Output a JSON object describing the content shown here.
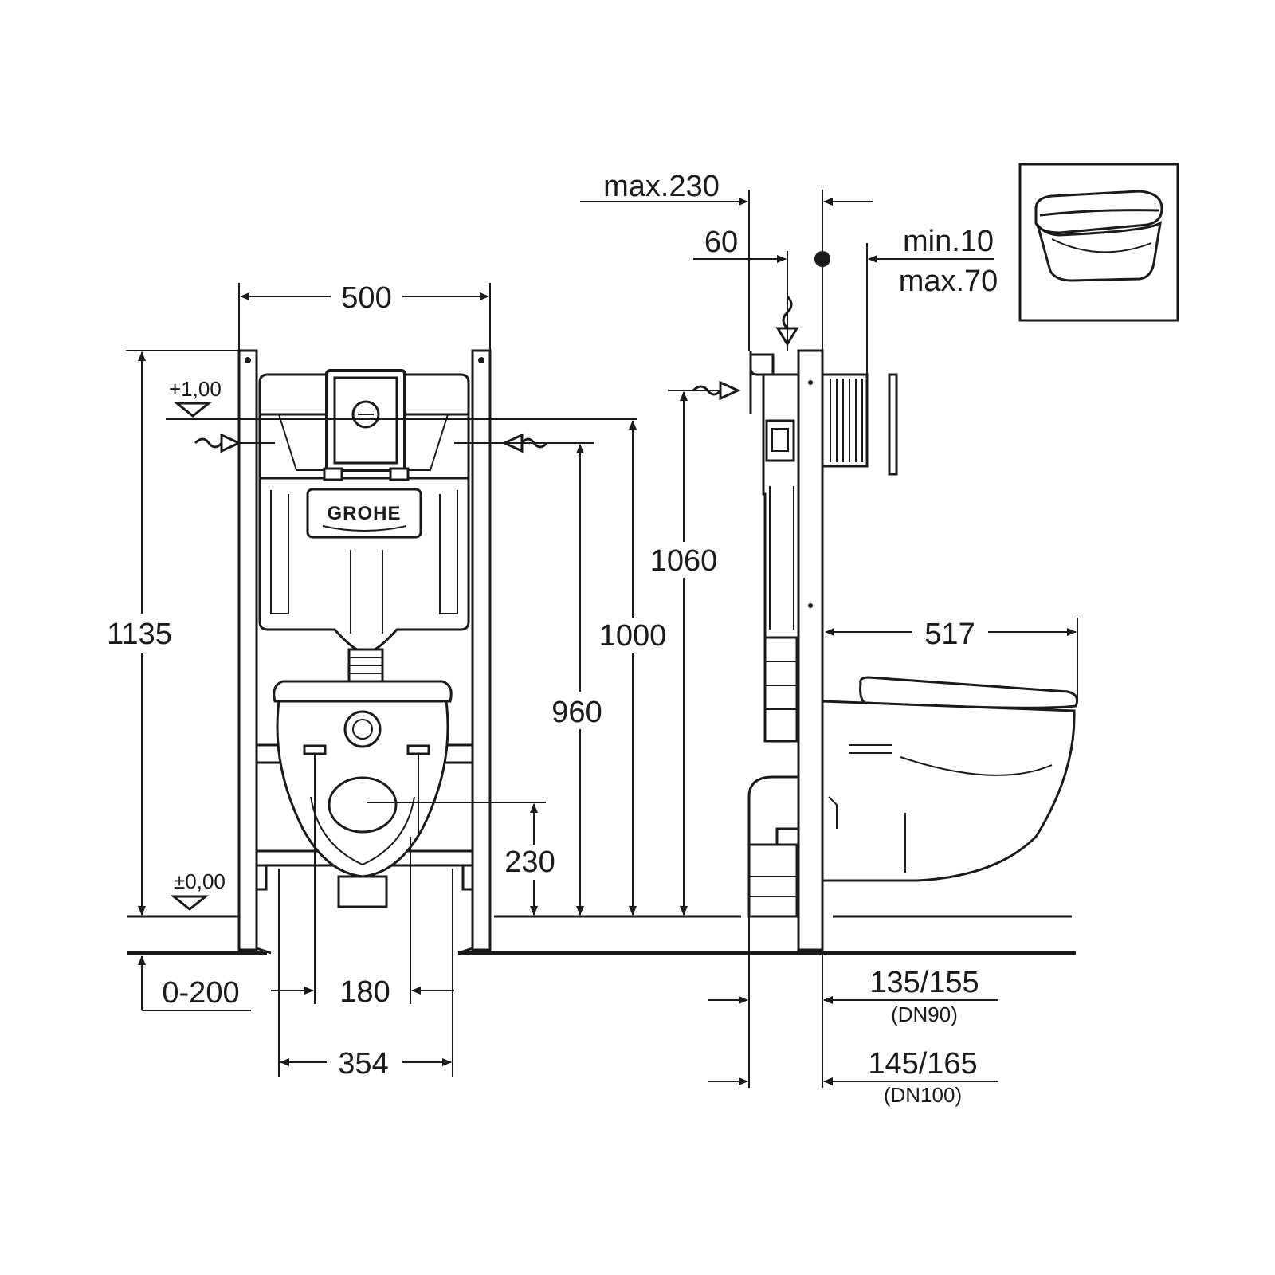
{
  "diagram": {
    "front_view": {
      "width_label": "500",
      "frame_height_label": "1135",
      "level_top_label": "+1,00",
      "level_floor_label": "±0,00",
      "adjust_label": "0-200",
      "bolt_spacing_label": "180",
      "bowl_width_label": "354",
      "drain_height_label": "230",
      "inlet_height_label": "960",
      "button_height_label": "1000",
      "top_height_label": "1060",
      "brand_label": "GROHE"
    },
    "side_view": {
      "max_label": "max.230",
      "plate_label": "60",
      "wall_min_label": "min.10",
      "wall_max_label": "max.70",
      "depth_label": "517",
      "dn90_label": "135/155",
      "dn90_sub": "(DN90)",
      "dn100_label": "145/165",
      "dn100_sub": "(DN100)"
    }
  }
}
